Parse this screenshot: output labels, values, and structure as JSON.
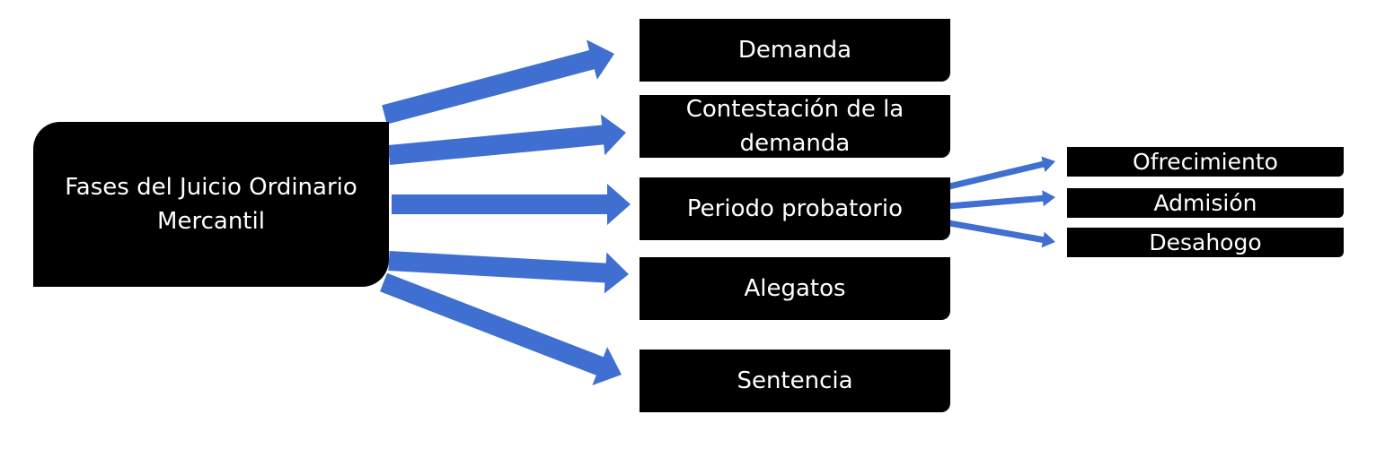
{
  "root": {
    "label": "Fases del Juicio Ordinario Mercantil"
  },
  "phases": [
    {
      "label": "Demanda"
    },
    {
      "label": "Contestación de la demanda"
    },
    {
      "label": "Periodo probatorio"
    },
    {
      "label": "Alegatos"
    },
    {
      "label": "Sentencia"
    }
  ],
  "subphases": [
    {
      "label": "Ofrecimiento"
    },
    {
      "label": "Admisión"
    },
    {
      "label": "Desahogo"
    }
  ],
  "colors": {
    "box_fill": "#000000",
    "box_text": "#ffffff",
    "arrow": "#3f6fd1"
  }
}
